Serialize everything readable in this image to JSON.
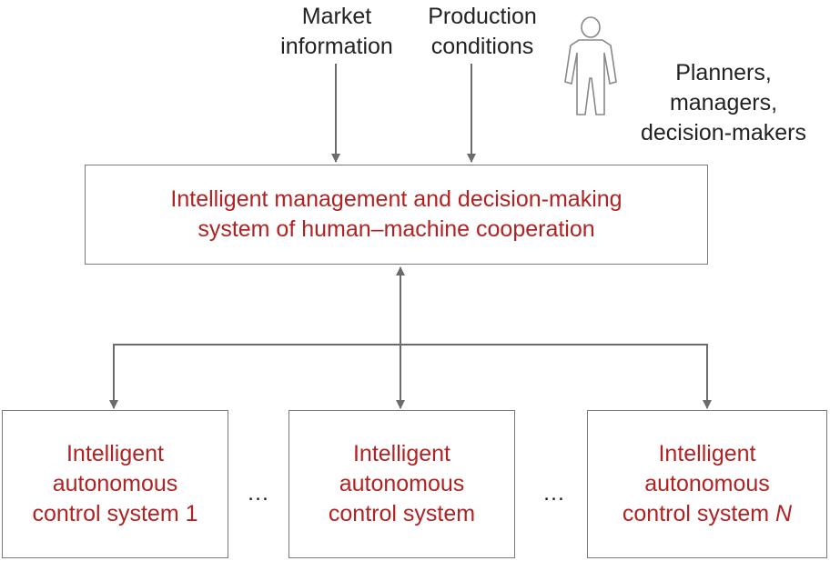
{
  "colors": {
    "text_red": "#b22222",
    "line": "#6b6b6b",
    "box_border": "#7a7a7a"
  },
  "inputs": {
    "market": [
      "Market",
      "information"
    ],
    "production": [
      "Production",
      "conditions"
    ]
  },
  "people": {
    "icon": "person-icon",
    "label": [
      "Planners,",
      "managers,",
      "decision-makers"
    ]
  },
  "top_box": {
    "line1": "Intelligent management and decision-making",
    "line2": "system of human–machine cooperation"
  },
  "subsystems": [
    {
      "line1": "Intelligent",
      "line2": "autonomous",
      "line3": "control system 1",
      "suffix": ""
    },
    {
      "line1": "Intelligent",
      "line2": "autonomous",
      "line3": "control system",
      "suffix": ""
    },
    {
      "line1": "Intelligent",
      "line2": "autonomous",
      "line3": "control system ",
      "suffix": "N"
    }
  ],
  "ellipsis": [
    "…",
    "…"
  ]
}
